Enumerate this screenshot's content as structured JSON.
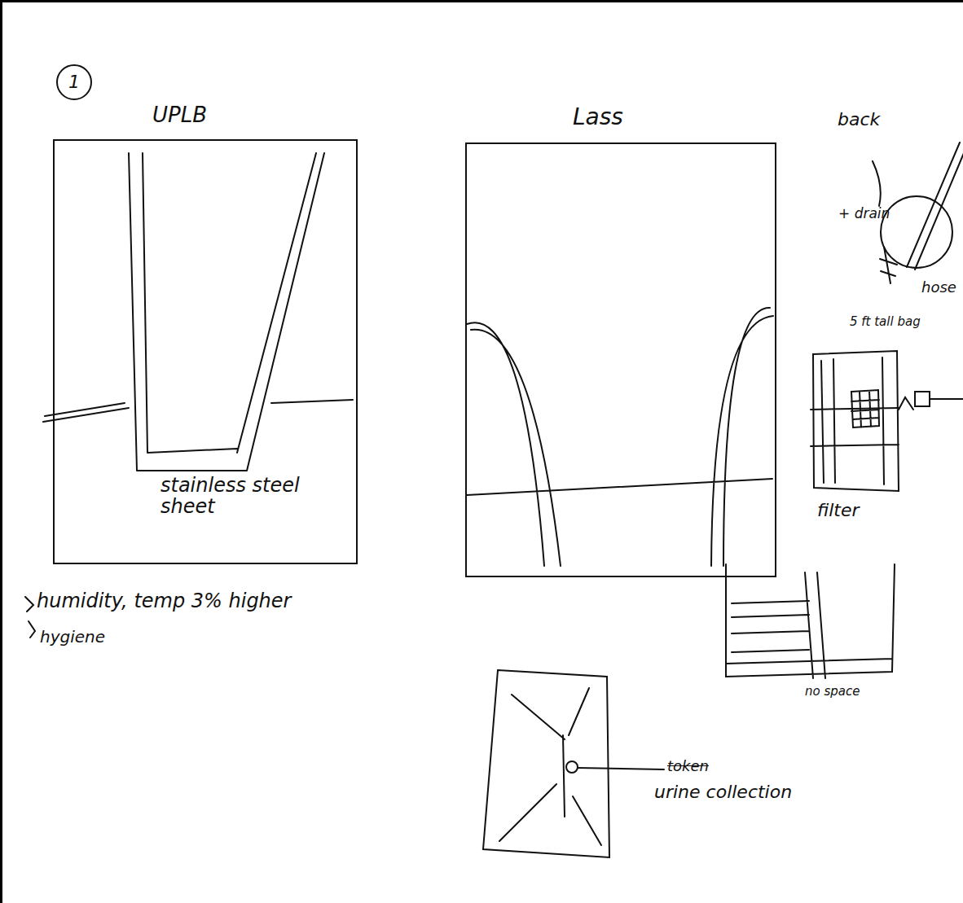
{
  "diagram": {
    "nodes": [
      {
        "text": [
          "1"
        ]
      },
      {
        "text": [
          "UPLB",
          "stainless steel sheet"
        ]
      },
      {
        "text": [
          "Lass"
        ]
      }
    ],
    "labels": [
      "back",
      "+ drain",
      "hose",
      "5 ft tall bag",
      "filter",
      "no space",
      "token",
      "urine collection",
      "humidity, temp 3% higher",
      "hygiene"
    ]
  }
}
